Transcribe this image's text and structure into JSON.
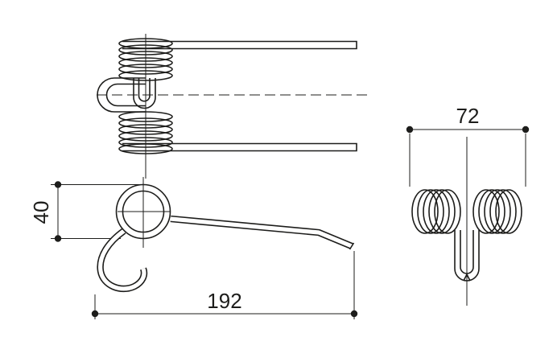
{
  "drawing": {
    "background_color": "#ffffff",
    "line_color": "#1d1d1b",
    "dimensions": {
      "tine_length": "192",
      "coil_outer_diameter": "40",
      "coil_assembly_width": "72"
    }
  }
}
